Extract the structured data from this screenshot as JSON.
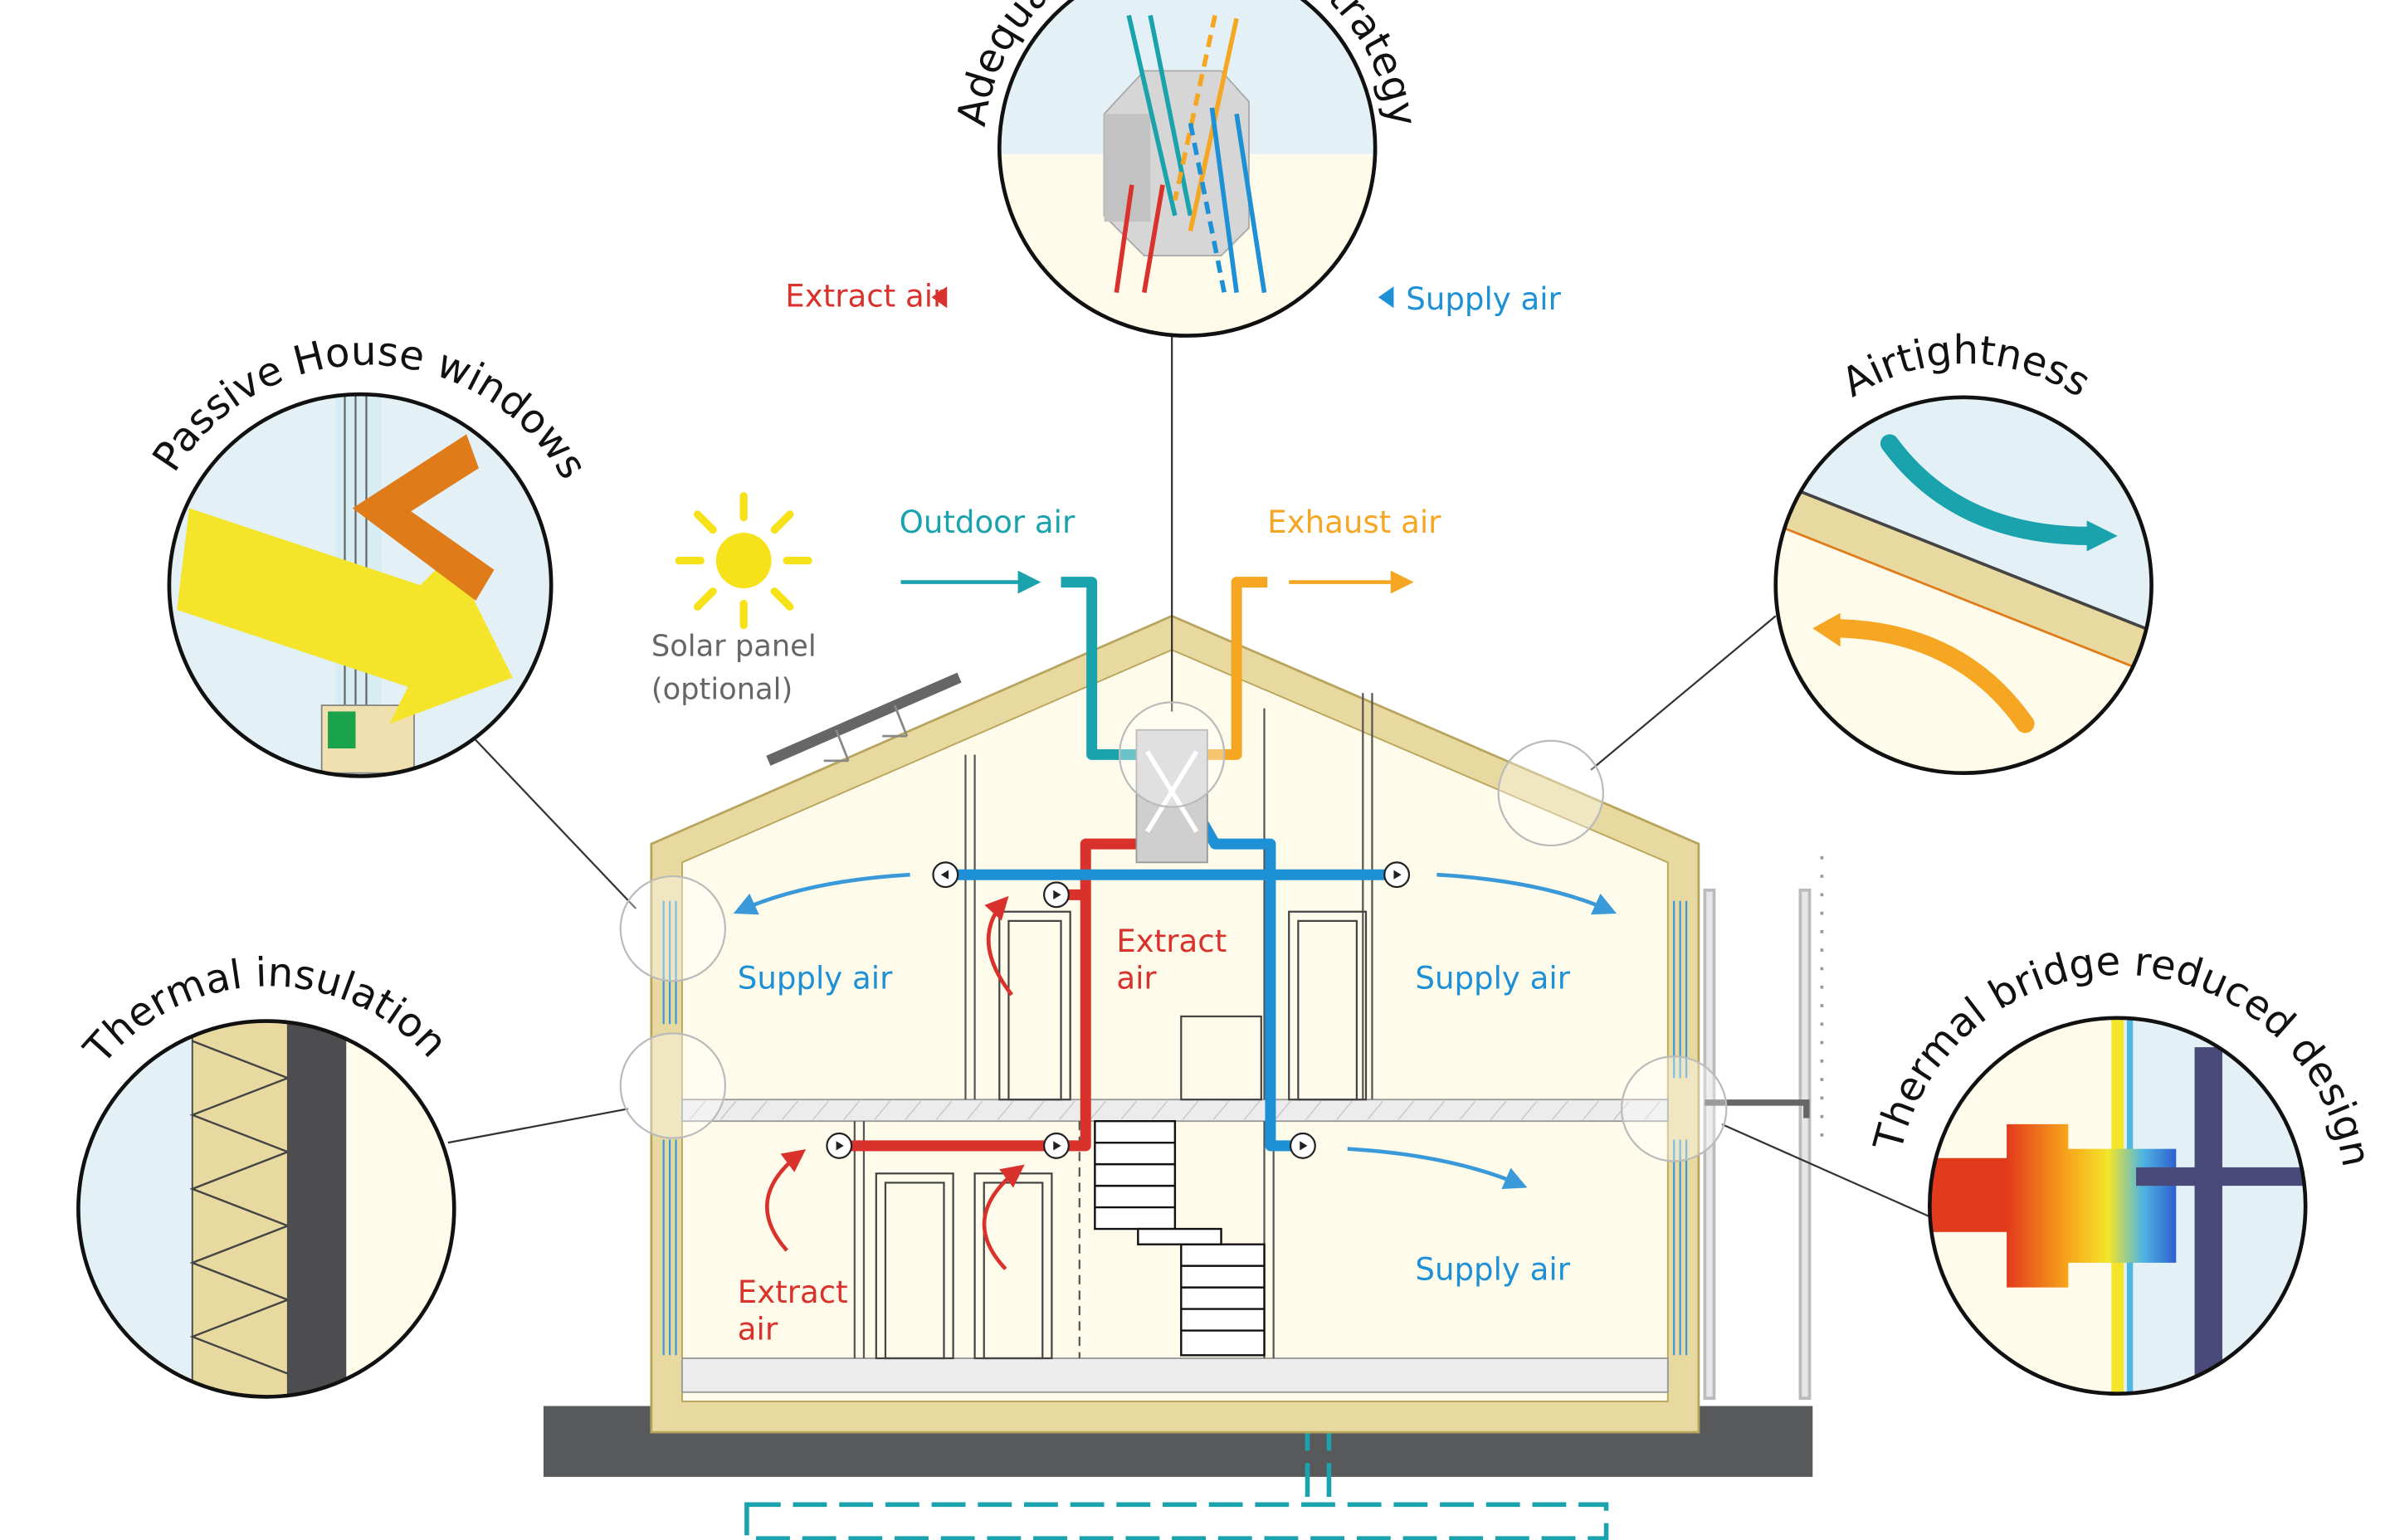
{
  "labels": {
    "ventilation_circle": "Adequate ventilation strategy",
    "passive_windows": "Passive House windows",
    "airtightness": "Airtightness",
    "thermal_insulation": "Thermal insulation",
    "thermal_bridge": "Thermal bridge reduced design",
    "extract_air_top": "Extract air",
    "supply_air_top": "Supply air",
    "outdoor_air": "Outdoor air",
    "exhaust_air": "Exhaust air",
    "solar_panel_line1": "Solar panel",
    "solar_panel_line2": "(optional)",
    "supply_air_upper_left": "Supply air",
    "supply_air_upper_right": "Supply air",
    "supply_air_lower_right": "Supply air",
    "extract_air_upper_line1": "Extract",
    "extract_air_upper_line2": "air",
    "extract_air_lower_line1": "Extract",
    "extract_air_lower_line2": "air"
  },
  "colors": {
    "supply": "#1e90d6",
    "outdoor": "#1aa3ad",
    "extract": "#d9312b",
    "exhaust": "#f5a623",
    "insulation": "#e8d9a0",
    "interior": "#fffbea",
    "sky": "#e3f1f7",
    "ground": "#58595b"
  },
  "icons": [
    "sun-icon",
    "solar-panel-icon",
    "heat-exchanger-icon",
    "staircase-icon",
    "air-valve-icon"
  ]
}
